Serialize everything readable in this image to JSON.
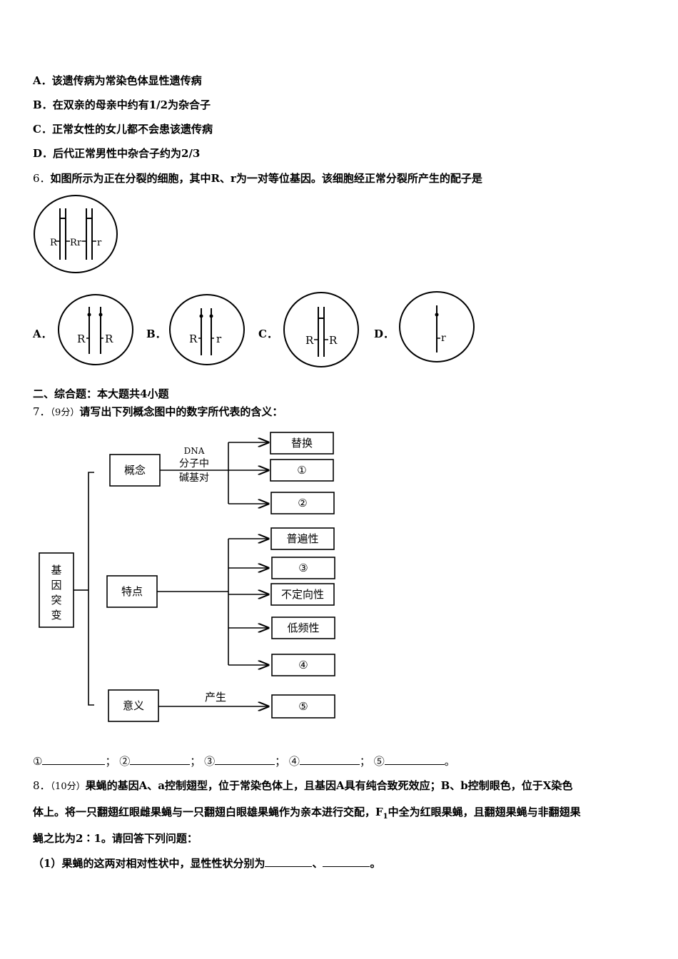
{
  "q5_options": [
    {
      "letter": "A．",
      "text": "该遗传病为常染色体显性遗传病"
    },
    {
      "letter": "B．",
      "text": "在双亲的母亲中约有1/2为杂合子"
    },
    {
      "letter": "C．",
      "text": "正常女性的女儿都不会患该遗传病"
    },
    {
      "letter": "D．",
      "text": "后代正常男性中杂合子约为2/3"
    }
  ],
  "q6": {
    "number": "6．",
    "stem": "如图所示为正在分裂的细胞，其中R、r为一对等位基因。该细胞经正常分裂所产生的配子是",
    "main_cell_labels": [
      "R",
      "R",
      "r",
      "r"
    ],
    "choices": [
      {
        "letter": "A．",
        "labels": [
          "R",
          "R"
        ]
      },
      {
        "letter": "B．",
        "labels": [
          "R",
          "r"
        ]
      },
      {
        "letter": "C．",
        "labels": [
          "R",
          "R"
        ]
      },
      {
        "letter": "D．",
        "labels": [
          "r"
        ]
      }
    ]
  },
  "section2": {
    "title": "二、综合题：本大题共4小题"
  },
  "q7": {
    "number": "7．",
    "points": "（9分）",
    "stem": "请写出下列概念图中的数字所代表的含义：",
    "diagram": {
      "root": "基因突变",
      "concept": "概念",
      "concept_arrow": [
        "DNA",
        "分子中",
        "碱基对"
      ],
      "concept_items": [
        "替换",
        "①",
        "②"
      ],
      "feature": "特点",
      "feature_items": [
        "普遍性",
        "③",
        "不定向性",
        "低频性",
        "④"
      ],
      "meaning": "意义",
      "meaning_arrow": "产生",
      "meaning_item": "⑤"
    },
    "answer_labels": [
      "①",
      "②",
      "③",
      "④",
      "⑤"
    ],
    "separator": "；",
    "end": "。"
  },
  "q8": {
    "number": "8．",
    "points": "（10分）",
    "line1": "果蝇的基因A、a控制翅型，位于常染色体上，且基因A具有纯合致死效应；B、b控制眼色，位于X染色",
    "line2a": "体上。将一只翻翅红眼雌果蝇与一只翻翅白眼雄果蝇作为亲本进行交配，F",
    "line2sub": "1",
    "line2b": "中全为红眼果蝇，且翻翅果蝇与非翻翅果",
    "line3": "蝇之比为2∶1。请回答下列问题：",
    "sub1_label": "（1）",
    "sub1_text": "果蝇的这两对相对性状中，显性性状分别为",
    "sub1_sep": "、",
    "sub1_end": "。"
  }
}
